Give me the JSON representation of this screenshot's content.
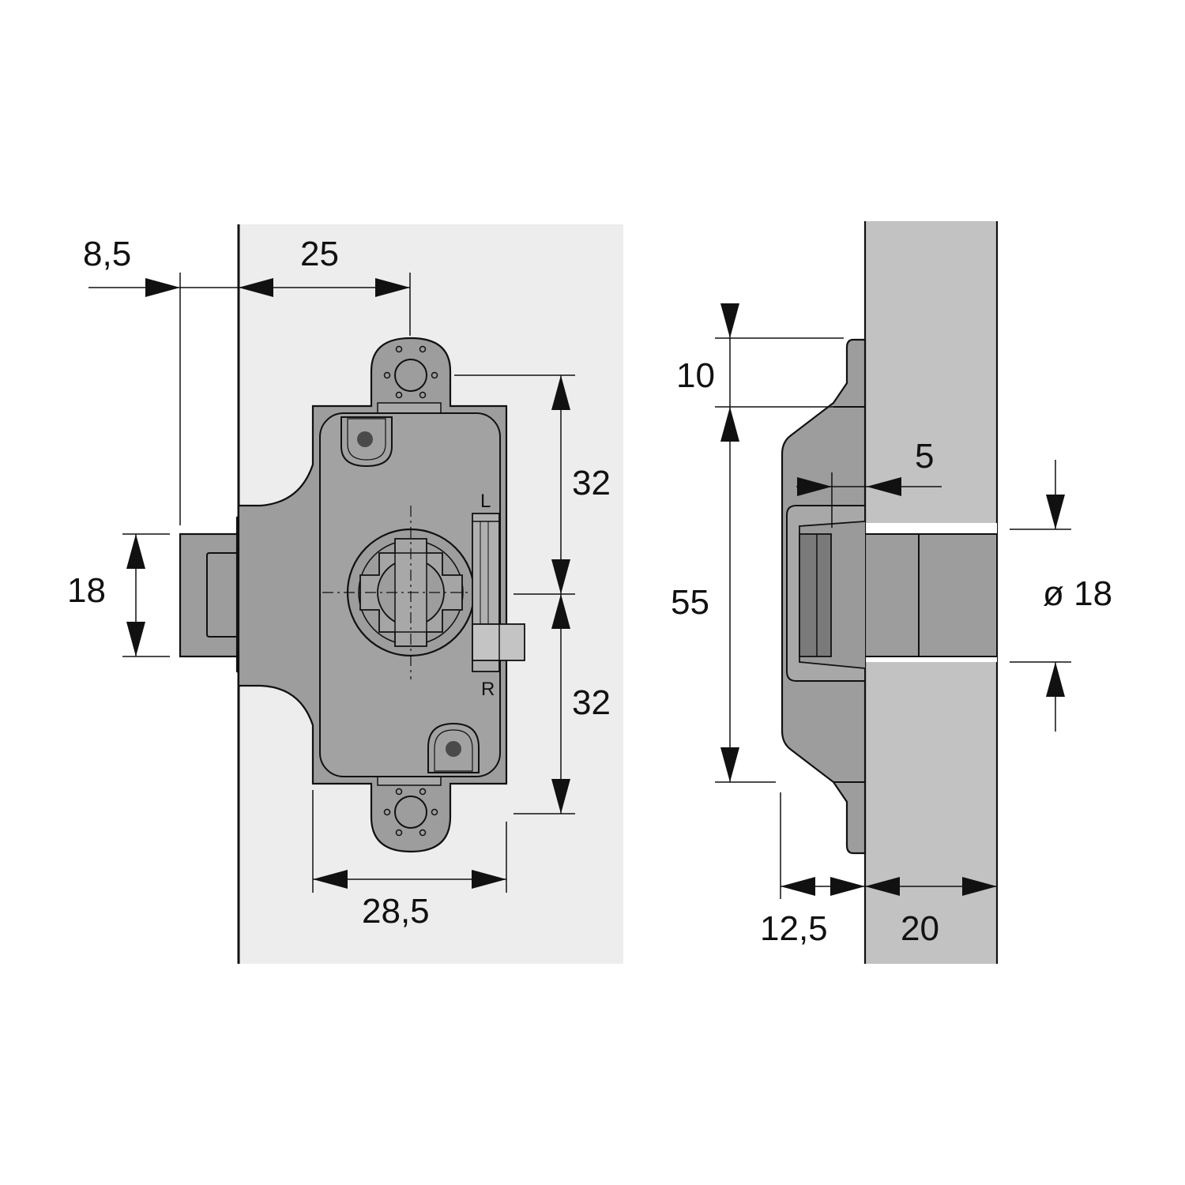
{
  "labels": {
    "dim_8_5": "8,5",
    "dim_25": "25",
    "dim_32_top": "32",
    "dim_32_bottom": "32",
    "dim_18": "18",
    "dim_28_5": "28,5",
    "dim_10": "10",
    "dim_5": "5",
    "dim_55": "55",
    "dim_dia_18": "ø 18",
    "dim_12_5": "12,5",
    "dim_20": "20",
    "mark_l": "L",
    "mark_r": "R"
  }
}
